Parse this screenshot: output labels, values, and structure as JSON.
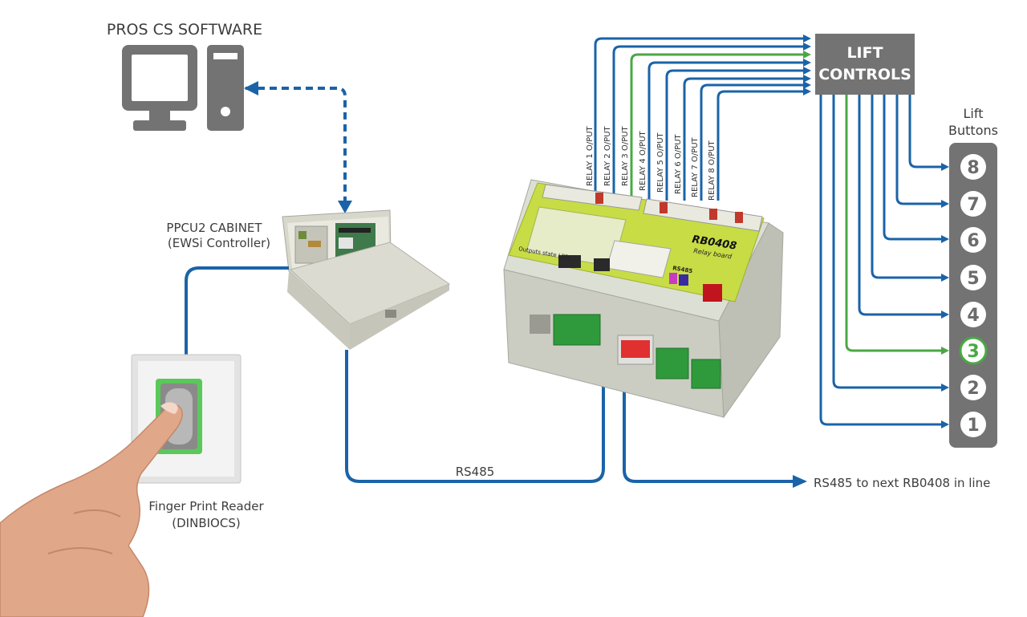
{
  "software": {
    "title": "PROS CS SOFTWARE"
  },
  "cabinet": {
    "line1": "PPCU2 CABINET",
    "line2": "(EWSi Controller)"
  },
  "reader": {
    "line1": "Finger Print Reader",
    "line2": "(DINBIOCS)"
  },
  "bus": {
    "rs485": "RS485",
    "next": "RS485 to next RB0408 in line"
  },
  "lift_controls": {
    "line1": "LIFT",
    "line2": "CONTROLS"
  },
  "lift_buttons": {
    "line1": "Lift",
    "line2": "Buttons",
    "numbers": [
      "8",
      "7",
      "6",
      "5",
      "4",
      "3",
      "2",
      "1"
    ],
    "active": "3"
  },
  "relays": [
    "RELAY 1 O/PUT",
    "RELAY 2 O/PUT",
    "RELAY 3 O/PUT",
    "RELAY 4 O/PUT",
    "RELAY 5 O/PUT",
    "RELAY 6 O/PUT",
    "RELAY 7 O/PUT",
    "RELAY 8 O/PUT"
  ],
  "board": {
    "name": "RB0408",
    "subtitle": "Relay board",
    "led_label": "Outputs state LED",
    "rs485_label": "RS485"
  },
  "colors": {
    "blue": "#1a63a8",
    "green": "#4aa844",
    "grey": "#737373",
    "board": "#c8dc46"
  }
}
